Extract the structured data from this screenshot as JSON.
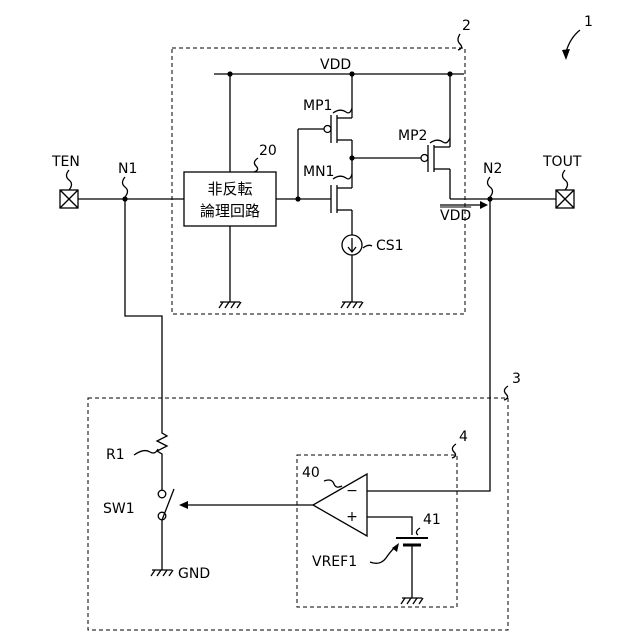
{
  "figure_ref": "1",
  "blocks": {
    "logic_block_ref": "2",
    "detector_block_ref": "3",
    "comparator_block_ref": "4"
  },
  "logic": {
    "ref": "20",
    "line1": "非反転",
    "line2": "論理回路"
  },
  "supply": {
    "vdd_label": "VDD",
    "vdd_overbar_label": "VDD"
  },
  "transistors": {
    "mp1": "MP1",
    "mn1": "MN1",
    "mp2": "MP2"
  },
  "current_source": "CS1",
  "terminals": {
    "ten": "TEN",
    "tout": "TOUT"
  },
  "nodes": {
    "n1": "N1",
    "n2": "N2"
  },
  "resistor": "R1",
  "switch": "SW1",
  "ground": "GND",
  "comparator": {
    "ref": "40",
    "minus": "−",
    "plus": "+"
  },
  "reference": {
    "ref": "41",
    "label": "VREF1"
  }
}
